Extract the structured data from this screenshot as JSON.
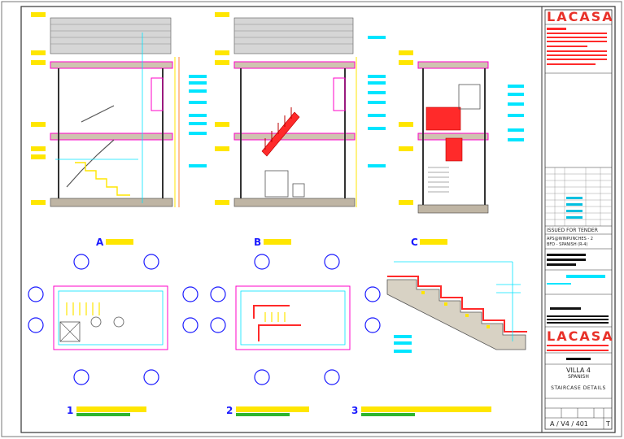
{
  "title_block": {
    "brand_top": "LACASA",
    "issued": "ISSUED FOR TENDER",
    "issued_note1": "APS@WINPUNCHES - 2",
    "issued_note2": "BFD - SPANISH (R-4)",
    "brand_bottom": "LACASA",
    "project": "VILLA 4",
    "style": "SPANISH",
    "drawing_title": "STAIRCASE DETAILS",
    "sheet_no": "A / V4 / 401",
    "rev": "T"
  },
  "sections": [
    {
      "letter": "A"
    },
    {
      "letter": "B"
    },
    {
      "letter": "C"
    }
  ],
  "details": [
    {
      "number": "1"
    },
    {
      "number": "2"
    },
    {
      "number": "3"
    }
  ],
  "colors": {
    "brand_red": "#e8322a",
    "cyan": "#00e5ff",
    "magenta": "#ff00c8",
    "yellow": "#ffe600",
    "blue": "#1a1aff"
  }
}
